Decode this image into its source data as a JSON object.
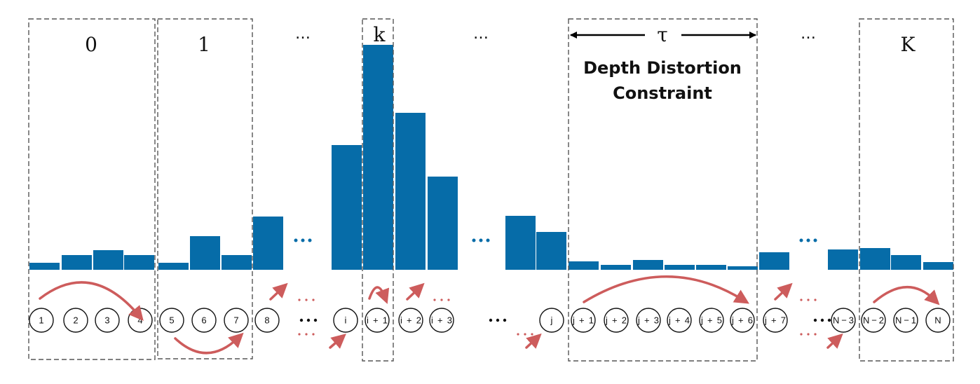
{
  "group_labels": {
    "g0": "0",
    "g1": "1",
    "gk": "k",
    "gtau": "τ",
    "gK": "K"
  },
  "constraint": {
    "line1": "Depth Distortion",
    "line2": "Constraint"
  },
  "ellipsis": "…",
  "colors": {
    "bar": "#066ca8",
    "arrow": "#cd5c5c",
    "box": "#555555"
  },
  "bars_relative_height": [
    10,
    21,
    28,
    21,
    10,
    48,
    21,
    76,
    178,
    321,
    224,
    133,
    77,
    54,
    12,
    7,
    14,
    7,
    7,
    5,
    25,
    29,
    31,
    21,
    11
  ],
  "nodes": [
    "1",
    "2",
    "3",
    "4",
    "5",
    "6",
    "7",
    "8",
    "i",
    "i+1",
    "i+2",
    "i+3",
    "j",
    "j+1",
    "j+2",
    "j+3",
    "j+4",
    "j+5",
    "j+6",
    "j+7",
    "N−3",
    "N−2",
    "N−1",
    "N"
  ]
}
